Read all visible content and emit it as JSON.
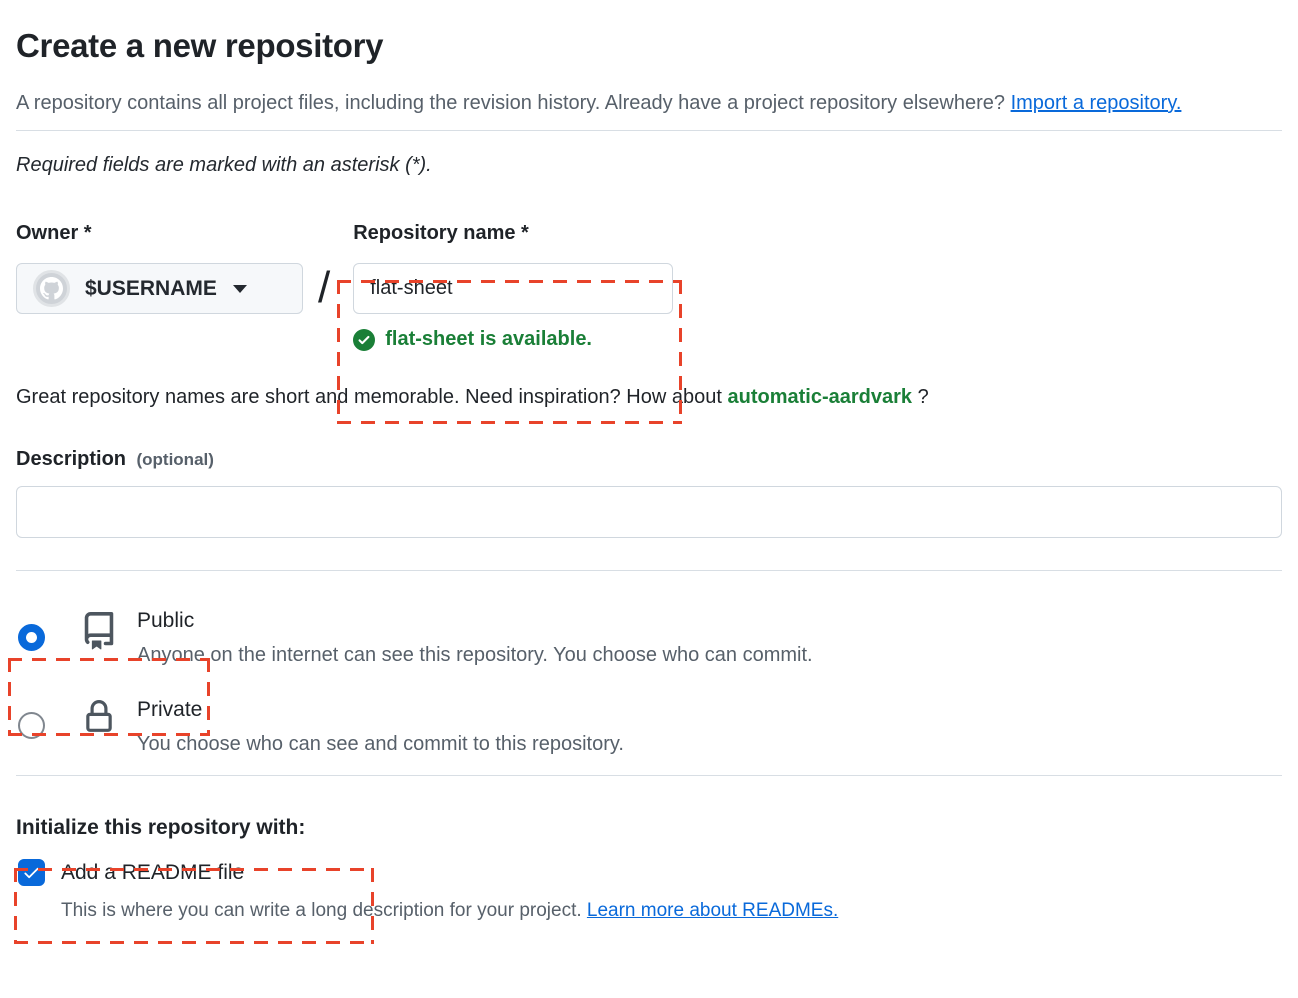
{
  "page": {
    "title": "Create a new repository",
    "intro_text": "A repository contains all project files, including the revision history. Already have a project repository elsewhere? ",
    "import_link": "Import a repository.",
    "required_note": "Required fields are marked with an asterisk (*)."
  },
  "form": {
    "owner": {
      "label": "Owner *",
      "value": "$USERNAME"
    },
    "separator": "/",
    "repository_name": {
      "label": "Repository name *",
      "value": "flat-sheet",
      "availability_message": "flat-sheet is available."
    },
    "inspiration": {
      "text_before": "Great repository names are short and memorable. Need inspiration? How about ",
      "suggestion": "automatic-aardvark",
      "text_after": " ?"
    },
    "description": {
      "label": "Description",
      "optional_hint": "(optional)",
      "value": ""
    },
    "visibility": {
      "public": {
        "label": "Public",
        "description": "Anyone on the internet can see this repository. You choose who can commit.",
        "selected": true
      },
      "private": {
        "label": "Private",
        "description": "You choose who can see and commit to this repository.",
        "selected": false
      }
    },
    "initialize": {
      "heading": "Initialize this repository with:",
      "readme": {
        "label": "Add a README file",
        "checked": true,
        "helper_text": "This is where you can write a long description for your project. ",
        "link": "Learn more about READMEs."
      }
    }
  },
  "icons": {
    "owner_avatar": "octocat-avatar",
    "owner_caret": "chevron-down",
    "availability": "check-circle",
    "public": "repo-book",
    "private": "lock",
    "readme": "checkmark"
  },
  "colors": {
    "link_blue": "#0969da",
    "accent_blue": "#0969da",
    "success_green": "#1a7f37",
    "annotation_red": "#e8432a",
    "border_gray": "#d0d7de",
    "muted_text": "#57606a",
    "dark_text": "#1f2328",
    "button_bg": "#f6f8fa"
  }
}
